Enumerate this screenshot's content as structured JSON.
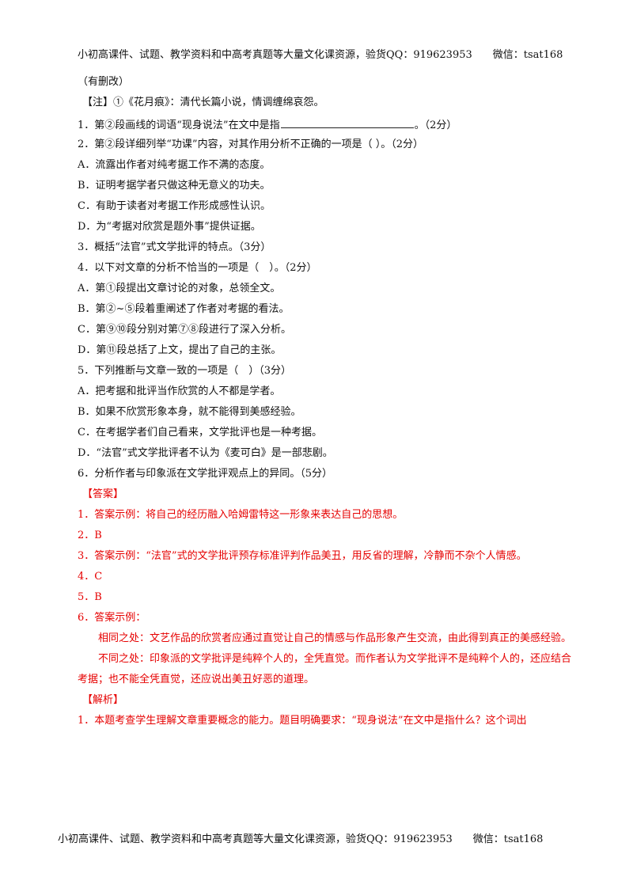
{
  "header": "小初高课件、试题、教学资料和中高考真题等大量文化课资源，验货QQ：919623953　　微信：tsat168",
  "footer": "小初高课件、试题、教学资料和中高考真题等大量文化课资源，验货QQ：919623953　　微信：tsat168",
  "source_note": "（有删改）",
  "annotation": "【注】①《花月痕》：清代长篇小说，情调缠绵哀怨。",
  "q1_before": "1．第②段画线的词语“现身说法”在文中是指",
  "q1_after": "。（2分）",
  "questions": [
    "2．第②段详细列举“功课”内容，对其作用分析不正确的一项是（ ）。（2分）",
    "A．流露出作者对纯考据工作不满的态度。",
    "B．证明考据学者只做这种无意义的功夫。",
    "C．有助于读者对考据工作形成感性认识。",
    "D．为“考据对欣赏是题外事”提供证据。",
    "3．概括“法官”式文学批评的特点。（3分）",
    "4．以下对文章的分析不恰当的一项是（　）。（2分）",
    "A．第①段提出文章讨论的对象，总领全文。",
    "B．第②~⑤段着重阐述了作者对考据的看法。",
    "C．第⑨⑩段分别对第⑦⑧段进行了深入分析。",
    "D．第⑪段总括了上文，提出了自己的主张。",
    "5．下列推断与文章一致的一项是（　）（3分）",
    "A．把考据和批评当作欣赏的人不都是学者。",
    "B．如果不欣赏形象本身，就不能得到美感经验。",
    "C．在考据学者们自己看来，文学批评也是一种考据。",
    "D．“法官”式文学批评者不认为《麦可白》是一部悲剧。",
    "6．分析作者与印象派在文学批评观点上的异同。（5分）"
  ],
  "answer_heading": "【答案】",
  "answers": [
    "1．答案示例：将自己的经历融入哈姆雷特这一形象来表达自己的思想。",
    "2．B",
    "3．答案示例：“法官”式的文学批评预存标准评判作品美丑，用反省的理解，冷静而不杂个人情感。",
    "4．C",
    "5．B",
    "6．答案示例："
  ],
  "answer6_lines": [
    "相同之处：文艺作品的欣赏者应通过直觉让自己的情感与作品形象产生交流，由此得到真正的美感经验。",
    "不同之处：印象派的文学批评是纯粹个人的，全凭直觉。而作者认为文学批评不是纯粹个人的，还应结合",
    "考据；也不能全凭直觉，还应说出美丑好恶的道理。"
  ],
  "analysis_heading": "【解析】",
  "analysis_lines": [
    "1．本题考查学生理解文章重要概念的能力。题目明确要求：“现身说法”在文中是指什么？这个词出"
  ]
}
